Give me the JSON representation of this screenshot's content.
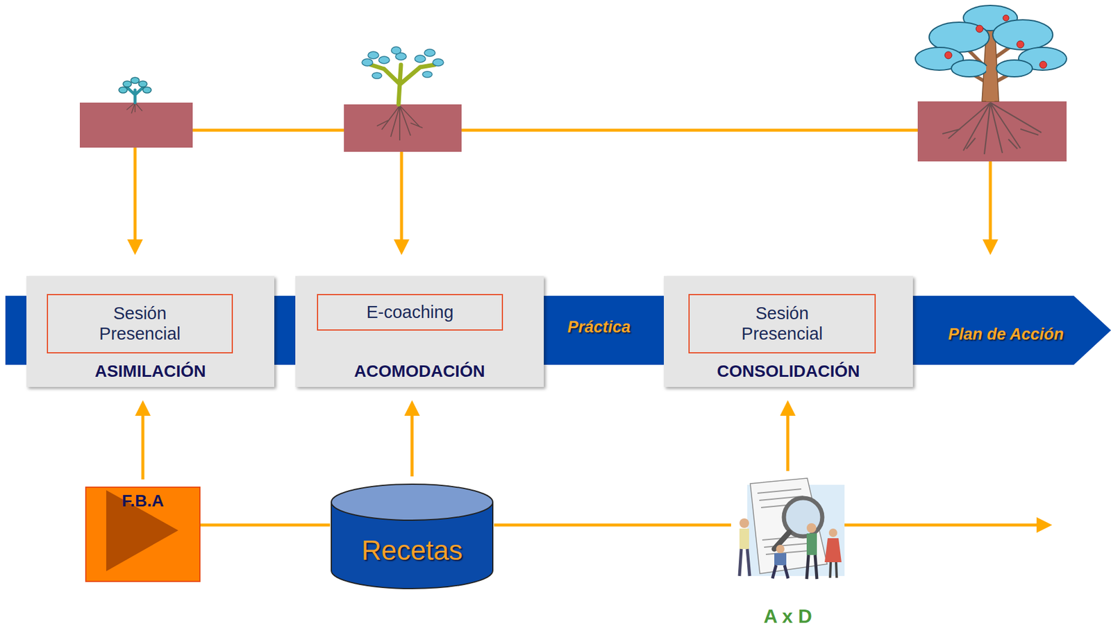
{
  "diagram": {
    "nodes": [
      {
        "text": [
          "Práctica",
          "Plan de Acción"
        ]
      },
      {
        "text": [
          "ASIMILACIÓN"
        ]
      },
      {
        "text": [
          "Sesión Presencial"
        ],
        "in": 1
      },
      {
        "text": [
          "ACOMODACIÓN"
        ]
      },
      {
        "text": [
          "E-coaching"
        ],
        "in": 3
      },
      {
        "text": [
          "CONSOLIDACIÓN"
        ]
      },
      {
        "text": [
          "Sesión Presencial"
        ],
        "in": 5
      },
      {
        "text": [
          "F.B.A"
        ]
      },
      {
        "text": [
          "Recetas"
        ]
      },
      {
        "text": [
          "A x D"
        ]
      }
    ],
    "edges": [
      {
        "from": 7,
        "to": 1,
        "arrow": "to"
      },
      {
        "from": 8,
        "to": 3,
        "arrow": "to"
      },
      {
        "from": 9,
        "to": 5,
        "arrow": "to"
      },
      {
        "from": 7,
        "to": 8,
        "arrow": "none"
      },
      {
        "from": 8,
        "to": 9,
        "arrow": "none"
      }
    ]
  }
}
